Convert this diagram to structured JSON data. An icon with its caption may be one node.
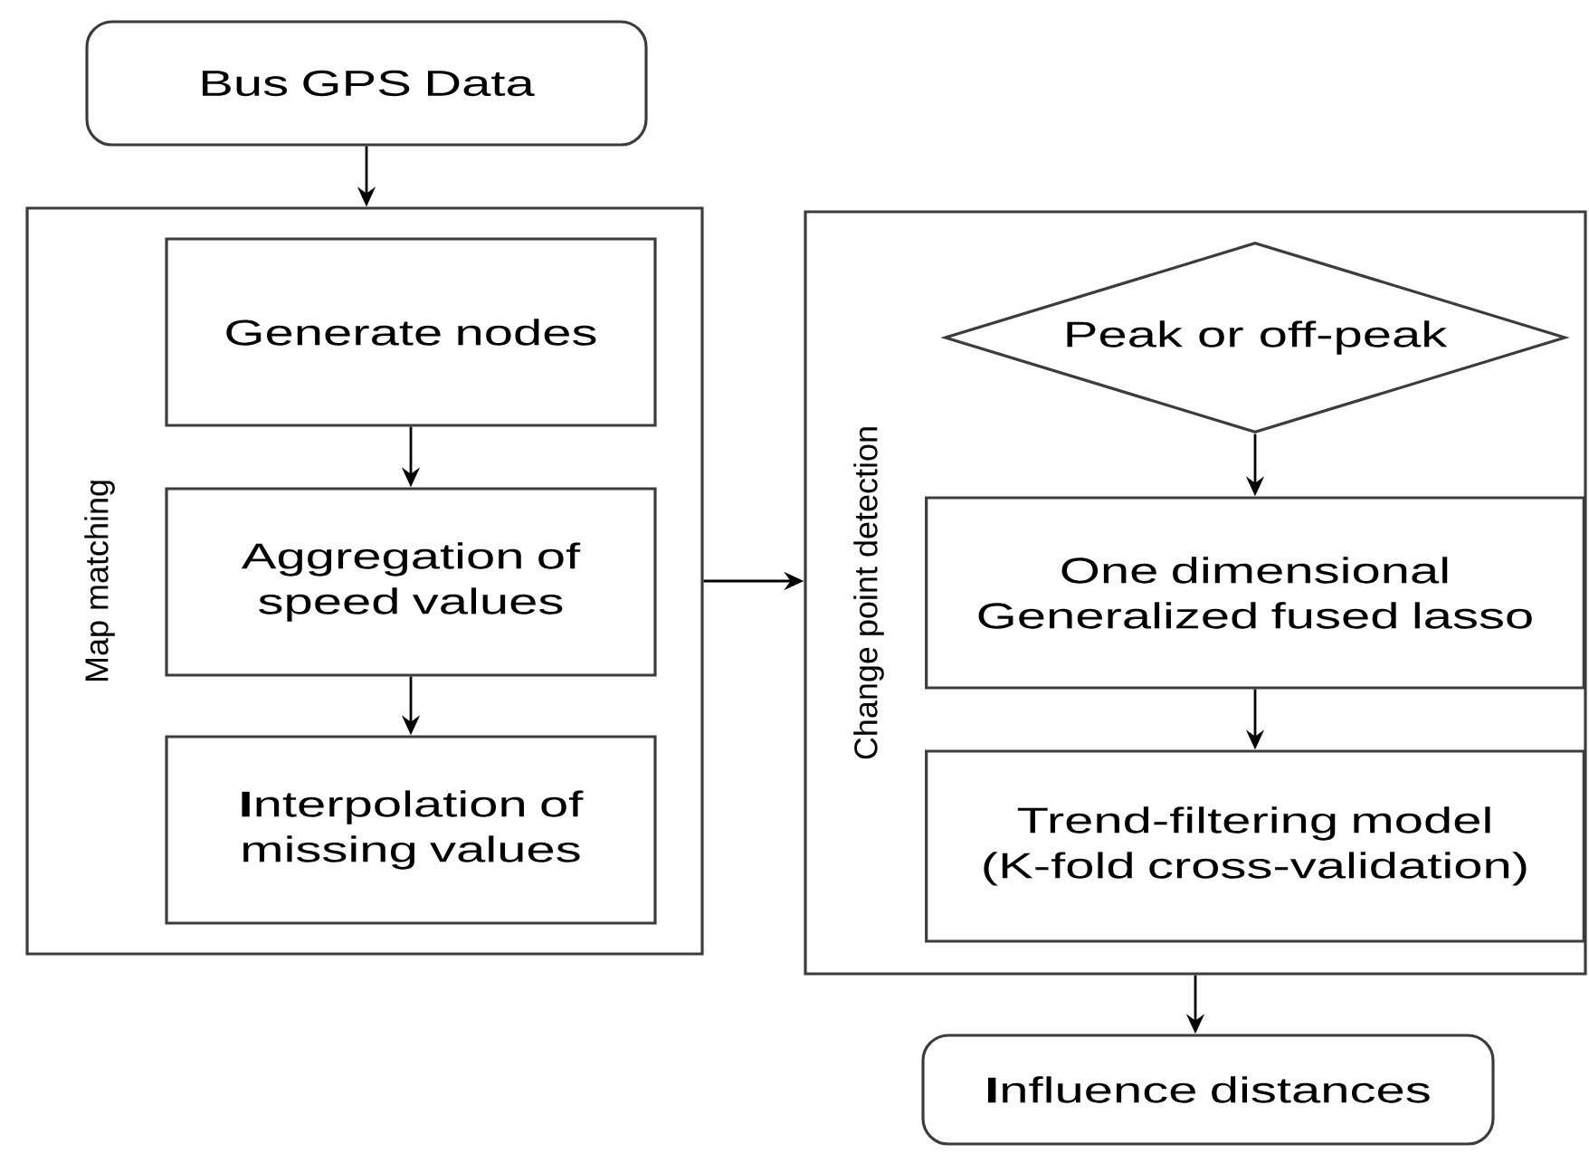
{
  "diagram": {
    "nodes": [
      {
        "text": [
          "Bus GPS Data"
        ]
      },
      {
        "text": [
          "Map matching"
        ]
      },
      {
        "text": [
          "Generate nodes"
        ],
        "in": 1
      },
      {
        "text": [
          "Aggregation of speed values"
        ],
        "in": 1
      },
      {
        "text": [
          "**I**nterpolation of missing values"
        ],
        "in": 1
      },
      {
        "text": [
          "Change point detection"
        ]
      },
      {
        "text": [
          "Peak or off-peak"
        ],
        "in": 5
      },
      {
        "text": [
          "One dimensional Generalized fused lasso"
        ],
        "in": 5
      },
      {
        "text": [
          "Trend-filtering model (K-fold cross-validation)"
        ],
        "in": 5
      },
      {
        "text": [
          "**I**nfluence distances"
        ]
      }
    ],
    "edges": [
      {
        "from": 0,
        "to": 1,
        "arrow": "to"
      },
      {
        "from": 2,
        "to": 3,
        "arrow": "to"
      },
      {
        "from": 3,
        "to": 4,
        "arrow": "to"
      },
      {
        "from": 1,
        "to": 5,
        "arrow": "to"
      },
      {
        "from": 6,
        "to": 7,
        "arrow": "to"
      },
      {
        "from": 7,
        "to": 8,
        "arrow": "to"
      },
      {
        "from": 5,
        "to": 9,
        "arrow": "to"
      }
    ]
  }
}
